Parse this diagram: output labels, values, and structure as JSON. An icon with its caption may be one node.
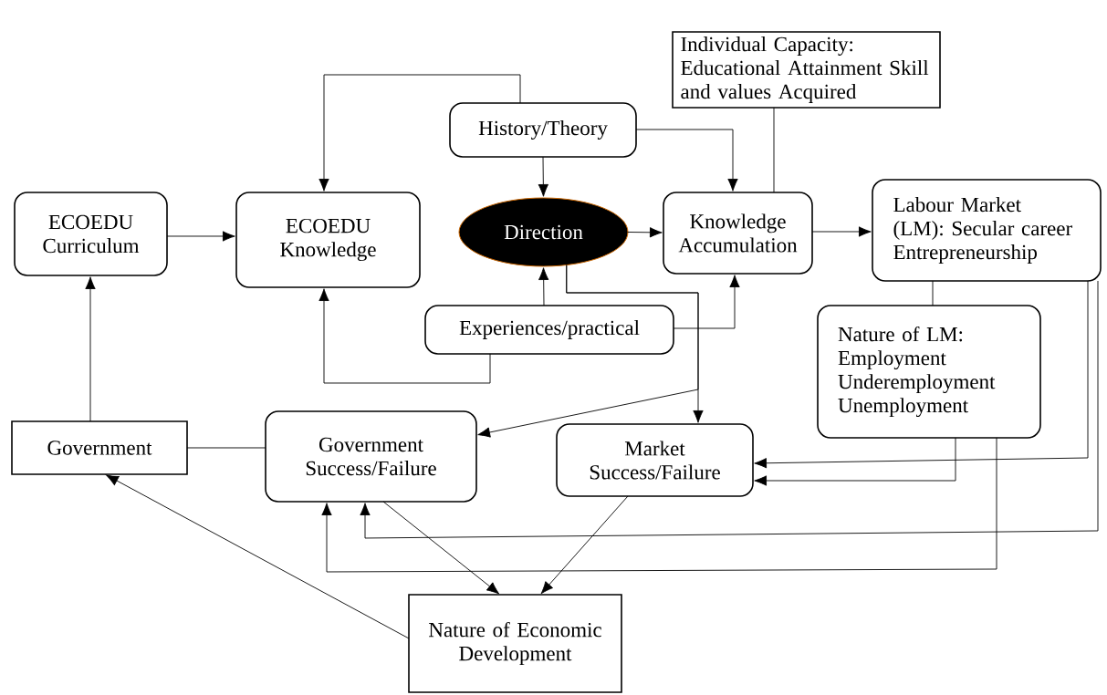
{
  "diagram": {
    "nodes": [
      {
        "text": [
          "Individual Capacity: Educational Attainment Skill and values Acquired"
        ]
      },
      {
        "text": [
          "History/Theory"
        ]
      },
      {
        "text": [
          "ECOEDU Curriculum"
        ]
      },
      {
        "text": [
          "ECOEDU Knowledge"
        ]
      },
      {
        "text": [
          "Direction"
        ]
      },
      {
        "text": [
          "Knowledge Accumulation"
        ]
      },
      {
        "text": [
          "Labour Market (LM): Secular career Entrepreneurship"
        ]
      },
      {
        "text": [
          "Experiences/practical"
        ]
      },
      {
        "text": [
          "Nature of LM: Employment Underemployment Unemployment"
        ]
      },
      {
        "text": [
          "Government"
        ]
      },
      {
        "text": [
          "Government Success/Failure"
        ]
      },
      {
        "text": [
          "Market Success/Failure"
        ]
      },
      {
        "text": [
          "Nature of Economic Development"
        ]
      }
    ],
    "edges": [
      {
        "from": 0,
        "to": 5,
        "arrow": "none"
      },
      {
        "from": 1,
        "to": 3,
        "arrow": "to"
      },
      {
        "from": 1,
        "to": 4,
        "arrow": "to"
      },
      {
        "from": 1,
        "to": 5,
        "arrow": "to"
      },
      {
        "from": 2,
        "to": 3,
        "arrow": "to"
      },
      {
        "from": 4,
        "to": 5,
        "arrow": "to"
      },
      {
        "from": 5,
        "to": 6,
        "arrow": "to"
      },
      {
        "from": 7,
        "to": 4,
        "arrow": "to"
      },
      {
        "from": 7,
        "to": 5,
        "arrow": "to"
      },
      {
        "from": 7,
        "to": 3,
        "arrow": "to"
      },
      {
        "from": 4,
        "to": 11,
        "arrow": "to"
      },
      {
        "from": 4,
        "to": 10,
        "arrow": "to"
      },
      {
        "from": 9,
        "to": 2,
        "arrow": "to"
      },
      {
        "from": 9,
        "to": 10,
        "arrow": "none"
      },
      {
        "from": 6,
        "to": 8,
        "arrow": "none"
      },
      {
        "from": 6,
        "to": 11,
        "arrow": "to"
      },
      {
        "from": 8,
        "to": 11,
        "arrow": "to"
      },
      {
        "from": 6,
        "to": 10,
        "arrow": "to"
      },
      {
        "from": 8,
        "to": 10,
        "arrow": "to"
      },
      {
        "from": 10,
        "to": 12,
        "arrow": "to"
      },
      {
        "from": 11,
        "to": 12,
        "arrow": "to"
      },
      {
        "from": 12,
        "to": 9,
        "arrow": "to"
      }
    ]
  }
}
